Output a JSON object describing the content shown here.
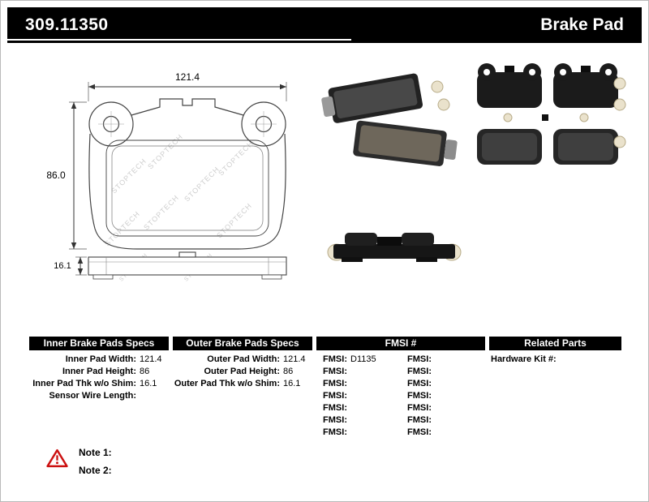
{
  "header": {
    "part_number": "309.11350",
    "title": "Brake Pad"
  },
  "drawing": {
    "dim_width": "121.4",
    "dim_height": "86.0",
    "dim_thickness": "16.1",
    "watermark": "STOPTECH"
  },
  "specs": {
    "inner": {
      "header": "Inner Brake Pads Specs",
      "rows": [
        {
          "label": "Inner Pad Width:",
          "value": "121.4"
        },
        {
          "label": "Inner Pad Height:",
          "value": "86"
        },
        {
          "label": "Inner Pad Thk w/o Shim:",
          "value": "16.1"
        },
        {
          "label": "Sensor Wire Length:",
          "value": ""
        }
      ]
    },
    "outer": {
      "header": "Outer Brake Pads Specs",
      "rows": [
        {
          "label": "Outer Pad Width:",
          "value": "121.4"
        },
        {
          "label": "Outer Pad Height:",
          "value": "86"
        },
        {
          "label": "Outer Pad Thk w/o Shim:",
          "value": "16.1"
        }
      ]
    },
    "fmsi": {
      "header": "FMSI #",
      "left_rows": [
        {
          "label": "FMSI:",
          "value": "D1135"
        },
        {
          "label": "FMSI:",
          "value": ""
        },
        {
          "label": "FMSI:",
          "value": ""
        },
        {
          "label": "FMSI:",
          "value": ""
        },
        {
          "label": "FMSI:",
          "value": ""
        },
        {
          "label": "FMSI:",
          "value": ""
        },
        {
          "label": "FMSI:",
          "value": ""
        }
      ],
      "right_rows": [
        {
          "label": "FMSI:",
          "value": ""
        },
        {
          "label": "FMSI:",
          "value": ""
        },
        {
          "label": "FMSI:",
          "value": ""
        },
        {
          "label": "FMSI:",
          "value": ""
        },
        {
          "label": "FMSI:",
          "value": ""
        },
        {
          "label": "FMSI:",
          "value": ""
        },
        {
          "label": "FMSI:",
          "value": ""
        }
      ]
    },
    "related": {
      "header": "Related Parts",
      "rows": [
        {
          "label": "Hardware Kit #:",
          "value": ""
        }
      ]
    }
  },
  "notes": {
    "note1": "Note 1:",
    "note2": "Note 2:"
  }
}
